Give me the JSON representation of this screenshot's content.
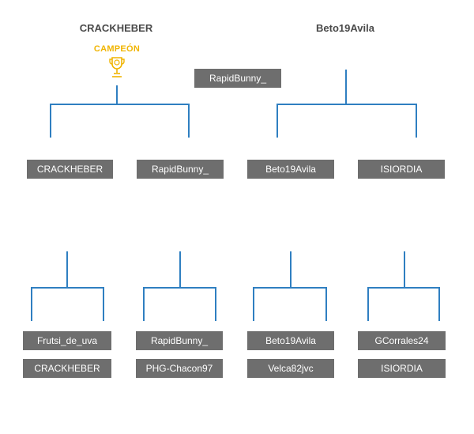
{
  "finalists": {
    "left": "CRACKHEBER",
    "right": "Beto19Avila"
  },
  "champion_label": "CAMPEÓN",
  "final_winner": "RapidBunny_",
  "semifinals": [
    "CRACKHEBER",
    "RapidBunny_",
    "Beto19Avila",
    "ISIORDIA"
  ],
  "quarterfinals": [
    {
      "top": "Frutsi_de_uva",
      "bottom": "CRACKHEBER"
    },
    {
      "top": "RapidBunny_",
      "bottom": "PHG-Chacon97"
    },
    {
      "top": "Beto19Avila",
      "bottom": "Velca82jvc"
    },
    {
      "top": "GCorrales24",
      "bottom": "ISIORDIA"
    }
  ],
  "colors": {
    "connector": "#2f7fc1",
    "box": "#6e6e6e",
    "champion": "#f0b400"
  },
  "icons": {
    "trophy": "trophy-icon"
  }
}
